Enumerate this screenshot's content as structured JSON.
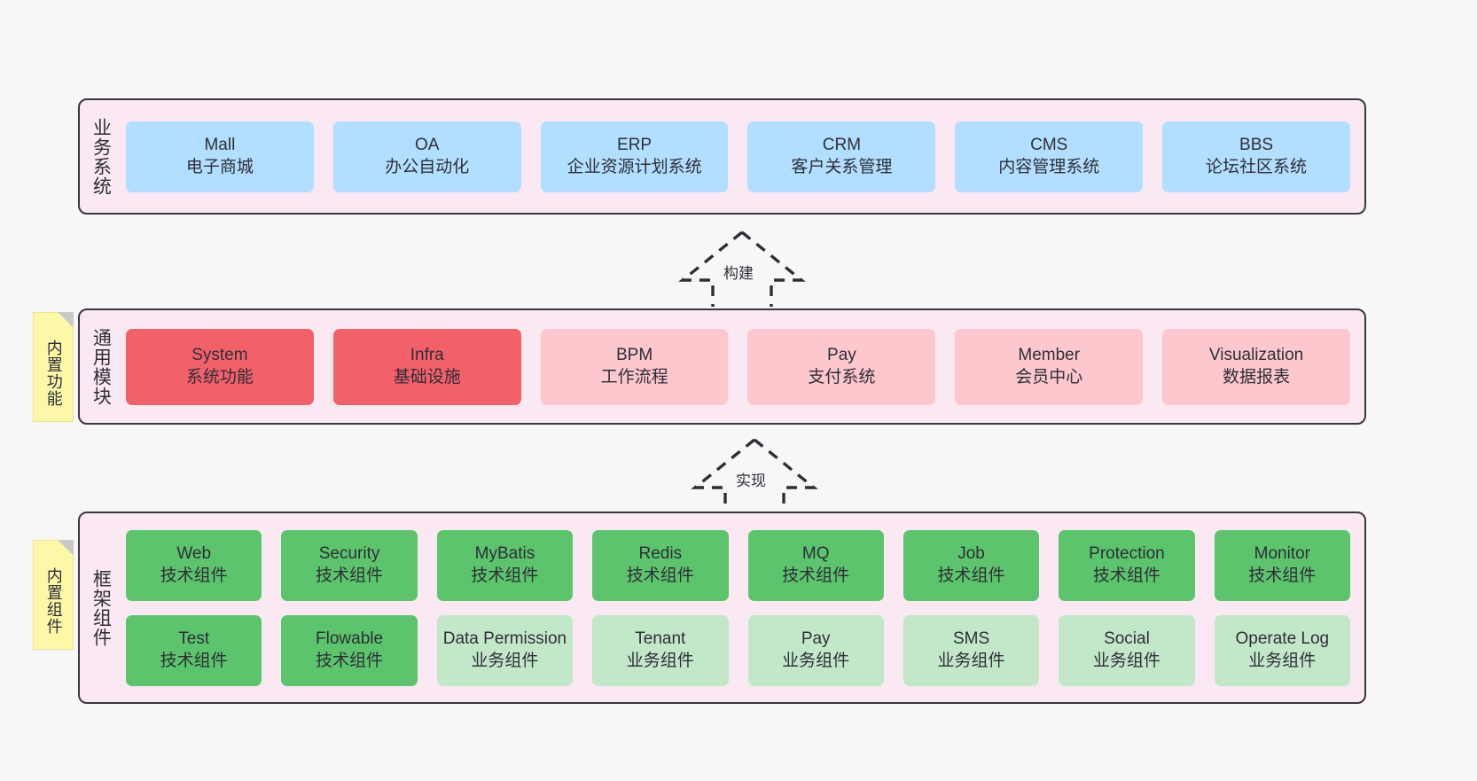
{
  "diagram": {
    "background_color": "#f7f7f7",
    "panel_fill": "#fae9f3",
    "panel_border": "#3b3640"
  },
  "layers": [
    {
      "id": "business",
      "title": "业务系统",
      "node_color": "#b2deff",
      "nodes": [
        {
          "en": "Mall",
          "cn": "电子商城"
        },
        {
          "en": "OA",
          "cn": "办公自动化"
        },
        {
          "en": "ERP",
          "cn": "企业资源计划系统"
        },
        {
          "en": "CRM",
          "cn": "客户关系管理"
        },
        {
          "en": "CMS",
          "cn": "内容管理系统"
        },
        {
          "en": "BBS",
          "cn": "论坛社区系统"
        }
      ]
    },
    {
      "id": "modules",
      "title": "通用模块",
      "node_color_strong": "#f2616a",
      "node_color_light": "#fcc7cd",
      "nodes": [
        {
          "en": "System",
          "cn": "系统功能",
          "emphasis": "strong"
        },
        {
          "en": "Infra",
          "cn": "基础设施",
          "emphasis": "strong"
        },
        {
          "en": "BPM",
          "cn": "工作流程",
          "emphasis": "light"
        },
        {
          "en": "Pay",
          "cn": "支付系统",
          "emphasis": "light"
        },
        {
          "en": "Member",
          "cn": "会员中心",
          "emphasis": "light"
        },
        {
          "en": "Visualization",
          "cn": "数据报表",
          "emphasis": "light"
        }
      ]
    },
    {
      "id": "framework",
      "title": "框架组件",
      "node_color_strong": "#5cc46c",
      "node_color_light": "#c3e8c9",
      "rows": [
        [
          {
            "en": "Web",
            "cn": "技术组件",
            "emphasis": "strong"
          },
          {
            "en": "Security",
            "cn": "技术组件",
            "emphasis": "strong"
          },
          {
            "en": "MyBatis",
            "cn": "技术组件",
            "emphasis": "strong"
          },
          {
            "en": "Redis",
            "cn": "技术组件",
            "emphasis": "strong"
          },
          {
            "en": "MQ",
            "cn": "技术组件",
            "emphasis": "strong"
          },
          {
            "en": "Job",
            "cn": "技术组件",
            "emphasis": "strong"
          },
          {
            "en": "Protection",
            "cn": "技术组件",
            "emphasis": "strong"
          },
          {
            "en": "Monitor",
            "cn": "技术组件",
            "emphasis": "strong"
          }
        ],
        [
          {
            "en": "Test",
            "cn": "技术组件",
            "emphasis": "strong"
          },
          {
            "en": "Flowable",
            "cn": "技术组件",
            "emphasis": "strong"
          },
          {
            "en": "Data Permission",
            "cn": "业务组件",
            "emphasis": "light",
            "wrap": true
          },
          {
            "en": "Tenant",
            "cn": "业务组件",
            "emphasis": "light"
          },
          {
            "en": "Pay",
            "cn": "业务组件",
            "emphasis": "light"
          },
          {
            "en": "SMS",
            "cn": "业务组件",
            "emphasis": "light"
          },
          {
            "en": "Social",
            "cn": "业务组件",
            "emphasis": "light"
          },
          {
            "en": "Operate Log",
            "cn": "业务组件",
            "emphasis": "light"
          }
        ]
      ]
    }
  ],
  "sticky_notes": [
    {
      "id": "functions",
      "label": "内置功能",
      "color": "#fdf8a8"
    },
    {
      "id": "components",
      "label": "内置组件",
      "color": "#fdf8a8"
    }
  ],
  "arrows": [
    {
      "id": "build",
      "label": "构建",
      "style": "dashed-generalization",
      "direction": "up"
    },
    {
      "id": "impl",
      "label": "实现",
      "style": "dashed-generalization",
      "direction": "up"
    }
  ]
}
